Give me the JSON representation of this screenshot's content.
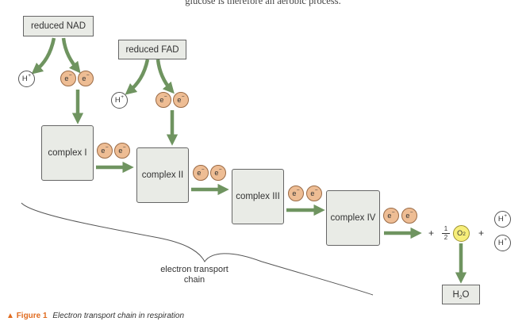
{
  "top_text": "glucose is therefore an aerobic process.",
  "boxes": {
    "reduced_nad": "reduced NAD",
    "reduced_fad": "reduced FAD",
    "complex_1": "complex I",
    "complex_2": "complex II",
    "complex_3": "complex III",
    "complex_4": "complex IV",
    "water": "H",
    "water_sub": "2",
    "water_tail": "O"
  },
  "particles": {
    "electron": "e",
    "electron_sup": "−",
    "proton": "H",
    "proton_sup": "+",
    "oxygen": "O",
    "oxygen_sub": "2"
  },
  "reaction": {
    "plus": "+",
    "half_num": "1",
    "half_den": "2"
  },
  "brace_label_line1": "electron transport",
  "brace_label_line2": "chain",
  "caption": {
    "marker": "▲",
    "figure": "Figure 1",
    "text": "Electron transport chain in respiration"
  },
  "colors": {
    "arrow": "#6f9460",
    "electron_fill": "#eebd94",
    "oxygen_fill": "#f7ee7a",
    "box_fill": "#e9ebe6",
    "caption_accent": "#e06b1f"
  }
}
